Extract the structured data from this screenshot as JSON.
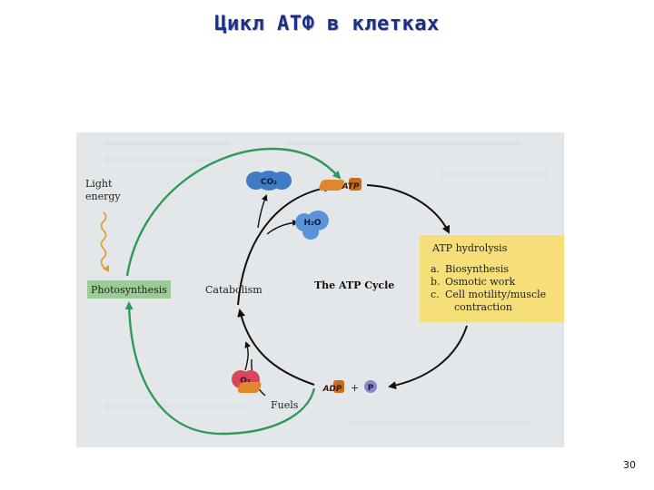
{
  "slide": {
    "title": "Цикл АТФ в клетках",
    "page_number": "30"
  },
  "figure": {
    "light_label_line1": "Light",
    "light_label_line2": "energy",
    "photosynthesis": "Photosynthesis",
    "catabolism": "Catabolism",
    "cycle_title": "The ATP Cycle",
    "co2": "CO₂",
    "h2o": "H₂O",
    "o2": "O₂",
    "fuels": "Fuels",
    "atp": "ATP",
    "adp": "ADP",
    "plus": "+",
    "phosphate": "P",
    "hydrolysis": {
      "title": "ATP hydrolysis",
      "items": [
        {
          "marker": "a.",
          "text": "Biosynthesis"
        },
        {
          "marker": "b.",
          "text": "Osmotic work"
        },
        {
          "marker": "c.",
          "text": "Cell motility/muscle"
        },
        {
          "marker": "",
          "text": "contraction"
        }
      ]
    },
    "colors": {
      "green_arrow": "#2e9a55",
      "cycle_arrow": "#111111",
      "photosynthesis_box": "#9ccc96",
      "hydrolysis_box": "#f6df79",
      "co2_blob": "#3f7cc4",
      "h2o_blob": "#5a93d6",
      "o2_blob": "#d9455a",
      "atp_mol": "#e0862c",
      "phosphate_circle": "#8d86c8"
    }
  }
}
